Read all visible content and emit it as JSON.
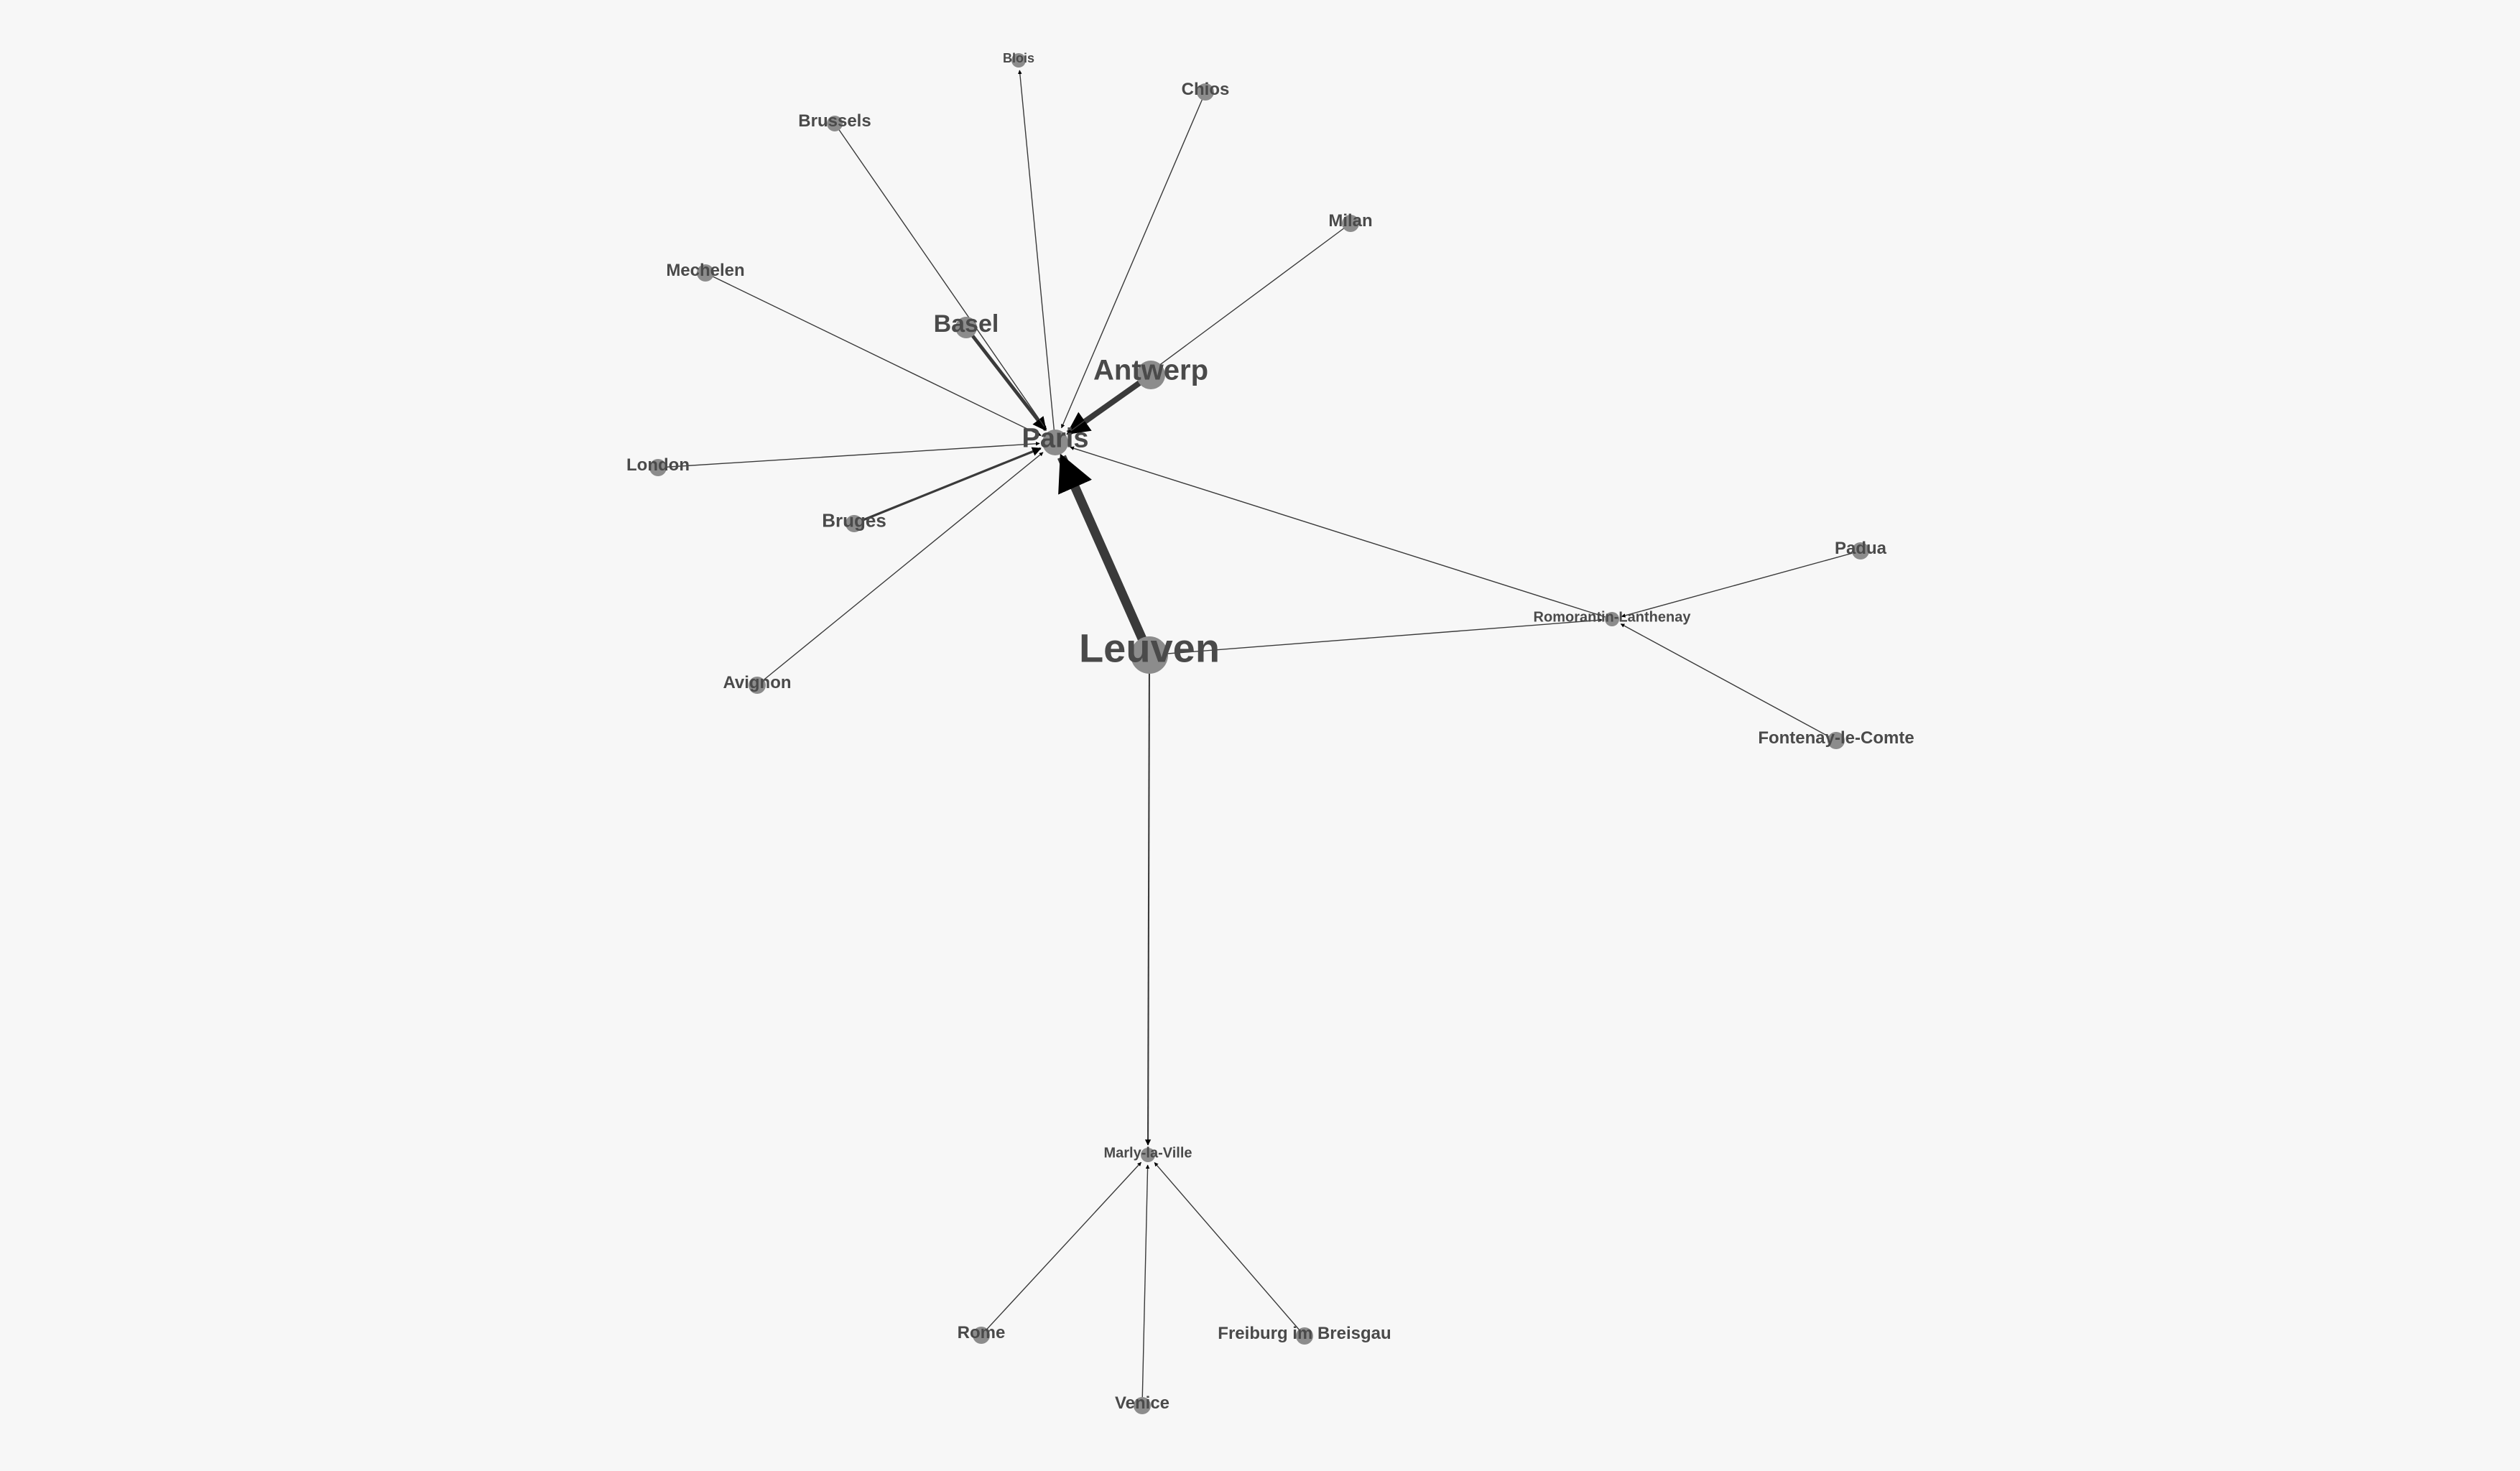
{
  "colors": {
    "background": "#f7f7f7",
    "node": "#8c8c8c",
    "label": "#4a4a4a",
    "edge": "#3a3a3a",
    "edge_strong": "#000000"
  },
  "graph": {
    "nodes": [
      {
        "id": "leuven",
        "label": "Leuven",
        "weight": 10
      },
      {
        "id": "paris",
        "label": "Paris",
        "weight": 6
      },
      {
        "id": "antwerp",
        "label": "Antwerp",
        "weight": 6
      },
      {
        "id": "basel",
        "label": "Basel",
        "weight": 4
      },
      {
        "id": "bruges",
        "label": "Bruges",
        "weight": 2
      },
      {
        "id": "london",
        "label": "London",
        "weight": 2
      },
      {
        "id": "mechelen",
        "label": "Mechelen",
        "weight": 2
      },
      {
        "id": "brussels",
        "label": "Brussels",
        "weight": 2
      },
      {
        "id": "blois",
        "label": "Blois",
        "weight": 1
      },
      {
        "id": "chios",
        "label": "Chios",
        "weight": 2
      },
      {
        "id": "milan",
        "label": "Milan",
        "weight": 2
      },
      {
        "id": "avignon",
        "label": "Avignon",
        "weight": 2
      },
      {
        "id": "romorantin",
        "label": "Romorantin-Lanthenay",
        "weight": 1
      },
      {
        "id": "padua",
        "label": "Padua",
        "weight": 2
      },
      {
        "id": "fontenay",
        "label": "Fontenay-le-Comte",
        "weight": 2
      },
      {
        "id": "marly",
        "label": "Marly-la-Ville",
        "weight": 1
      },
      {
        "id": "rome",
        "label": "Rome",
        "weight": 2
      },
      {
        "id": "venice",
        "label": "Venice",
        "weight": 2
      },
      {
        "id": "freiburg",
        "label": "Freiburg im Breisgau",
        "weight": 2
      }
    ],
    "edges": [
      {
        "source": "leuven",
        "target": "paris",
        "weight": 8
      },
      {
        "source": "antwerp",
        "target": "paris",
        "weight": 5
      },
      {
        "source": "basel",
        "target": "paris",
        "weight": 3
      },
      {
        "source": "bruges",
        "target": "paris",
        "weight": 2
      },
      {
        "source": "brussels",
        "target": "paris",
        "weight": 1
      },
      {
        "source": "mechelen",
        "target": "paris",
        "weight": 1
      },
      {
        "source": "london",
        "target": "paris",
        "weight": 1
      },
      {
        "source": "avignon",
        "target": "paris",
        "weight": 1
      },
      {
        "source": "milan",
        "target": "paris",
        "weight": 1
      },
      {
        "source": "chios",
        "target": "paris",
        "weight": 1
      },
      {
        "source": "paris",
        "target": "blois",
        "weight": 1
      },
      {
        "source": "romorantin",
        "target": "paris",
        "weight": 1
      },
      {
        "source": "leuven",
        "target": "romorantin",
        "weight": 1
      },
      {
        "source": "padua",
        "target": "romorantin",
        "weight": 1
      },
      {
        "source": "fontenay",
        "target": "romorantin",
        "weight": 1
      },
      {
        "source": "leuven",
        "target": "marly",
        "weight": 1.5
      },
      {
        "source": "rome",
        "target": "marly",
        "weight": 1
      },
      {
        "source": "venice",
        "target": "marly",
        "weight": 1
      },
      {
        "source": "freiburg",
        "target": "marly",
        "weight": 1
      }
    ]
  }
}
